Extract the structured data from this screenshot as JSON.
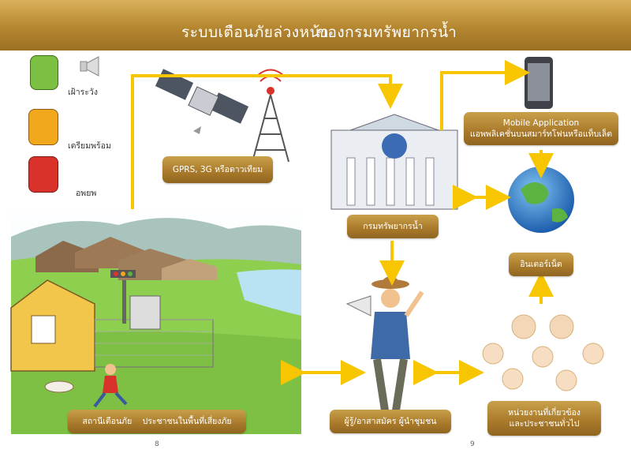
{
  "header": {
    "title_part1": "ระบบเตือนภัยล่วงหน้า",
    "title_part2": "ของกรมทรัพยากรน้ำ"
  },
  "legend": [
    {
      "label": "เฝ้าระวัง",
      "color": "#7bc043"
    },
    {
      "label": "เตรียมพร้อม",
      "color": "#f2a81d"
    },
    {
      "label": "อพยพ",
      "color": "#d8322a"
    }
  ],
  "nodes": {
    "satellite_label": "GPRS, 3G หรือดาวเทียม",
    "department_label": "กรมทรัพยากรน้ำ",
    "mobile_line1": "Mobile Application",
    "mobile_line2": "แอพพลิเคชั่นบนสมาร์ทโฟนหรือแท็บเล็ต",
    "internet_label": "อินเตอร์เน็ต",
    "station_label": "สถานีเตือนภัย    ประชาชนในพื้นที่เสี่ยงภัย",
    "volunteer_label": "ผู้รู้/อาสาสมัคร ผู้นำชุมชน",
    "agency_line1": "หน่วยงานที่เกี่ยวข้อง",
    "agency_line2": "และประชาชนทั่วไป"
  },
  "page_numbers": {
    "left": "8",
    "right": "9"
  },
  "colors": {
    "accent_gold": "#b58630",
    "arrow_yellow": "#f7c600"
  }
}
